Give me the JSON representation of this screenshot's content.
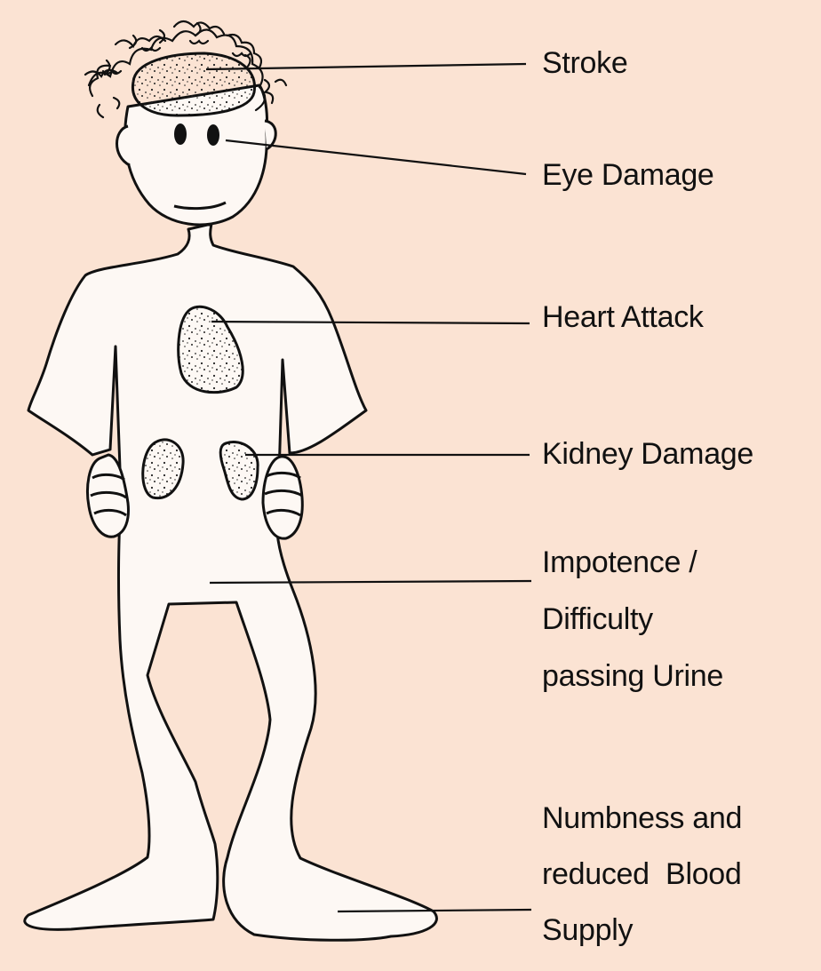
{
  "labels": {
    "stroke": "Stroke",
    "eye_damage": "Eye Damage",
    "heart_attack": "Heart Attack",
    "kidney_damage": "Kidney Damage",
    "impotence": [
      "Impotence /",
      "Difficulty",
      "passing Urine"
    ],
    "numbness": [
      "Numbness and",
      "reduced  Blood",
      "Supply"
    ]
  },
  "colors": {
    "background": "#fbe3d3",
    "body_fill": "#fdf8f4",
    "ink": "#111111"
  }
}
